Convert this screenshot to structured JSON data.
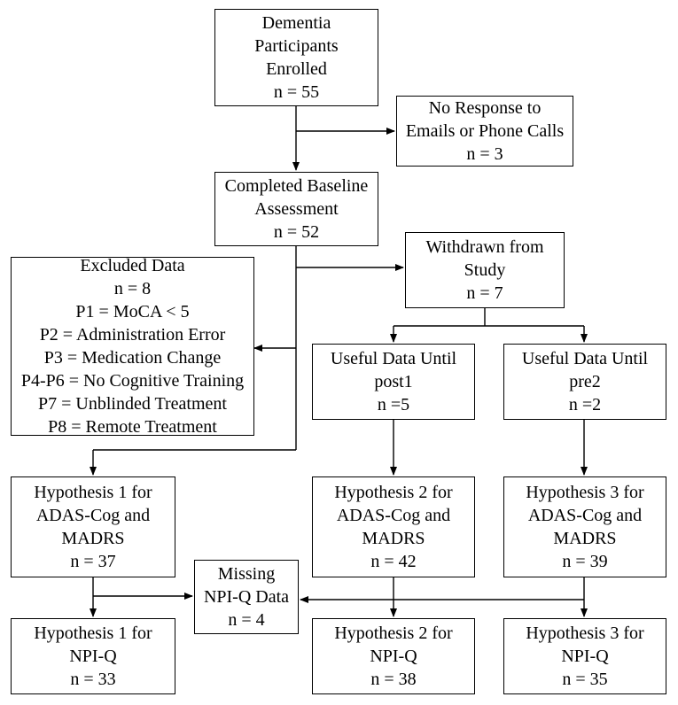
{
  "boxes": {
    "enrolled": [
      "Dementia",
      "Participants",
      "Enrolled",
      "n = 55"
    ],
    "no_response": [
      "No Response to",
      "Emails or Phone Calls",
      "n = 3"
    ],
    "baseline": [
      "Completed Baseline",
      "Assessment",
      "n = 52"
    ],
    "withdrawn": [
      "Withdrawn from",
      "Study",
      "n = 7"
    ],
    "excluded": [
      "Excluded Data",
      "n = 8",
      "P1 = MoCA < 5",
      "P2 = Administration Error",
      "P3 = Medication Change",
      "P4-P6 = No Cognitive Training",
      "P7 = Unblinded Treatment",
      "P8 = Remote Treatment"
    ],
    "useful_post1": [
      "Useful Data Until",
      "post1",
      "n =5"
    ],
    "useful_pre2": [
      "Useful Data Until",
      "pre2",
      "n =2"
    ],
    "hyp1_adas": [
      "Hypothesis 1 for",
      "ADAS-Cog and",
      "MADRS",
      "n = 37"
    ],
    "hyp2_adas": [
      "Hypothesis 2 for",
      "ADAS-Cog and",
      "MADRS",
      "n = 42"
    ],
    "hyp3_adas": [
      "Hypothesis 3 for",
      "ADAS-Cog and",
      "MADRS",
      "n = 39"
    ],
    "missing_npiq": [
      "Missing",
      "NPI-Q Data",
      "n = 4"
    ],
    "hyp1_npiq": [
      "Hypothesis 1 for",
      "NPI-Q",
      "n = 33"
    ],
    "hyp2_npiq": [
      "Hypothesis 2 for",
      "NPI-Q",
      "n = 38"
    ],
    "hyp3_npiq": [
      "Hypothesis 3 for",
      "NPI-Q",
      "n = 35"
    ]
  }
}
